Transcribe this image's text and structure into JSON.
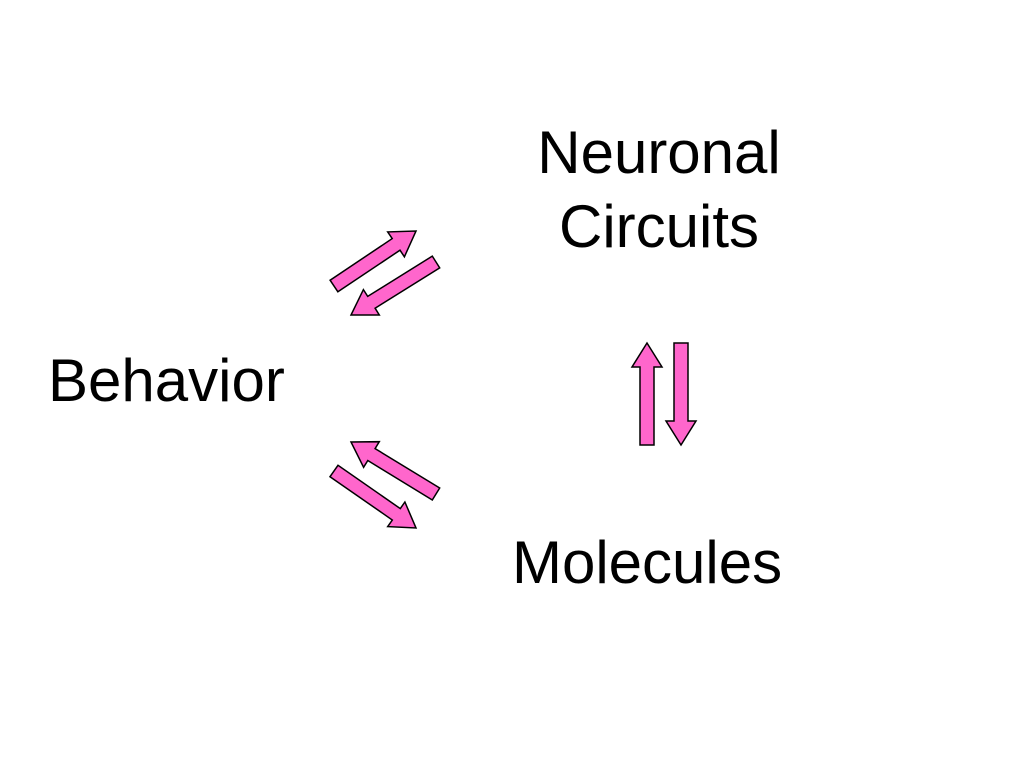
{
  "nodes": {
    "circuits": {
      "line1": "Neuronal",
      "line2": "Circuits"
    },
    "behavior": {
      "label": "Behavior"
    },
    "molecules": {
      "label": "Molecules"
    }
  },
  "colors": {
    "arrow_fill": "#ff66cc",
    "arrow_stroke": "#000000",
    "text": "#000000",
    "background": "#ffffff"
  },
  "edges": [
    {
      "from": "behavior",
      "to": "circuits"
    },
    {
      "from": "circuits",
      "to": "behavior"
    },
    {
      "from": "circuits",
      "to": "molecules"
    },
    {
      "from": "molecules",
      "to": "circuits"
    },
    {
      "from": "molecules",
      "to": "behavior"
    },
    {
      "from": "behavior",
      "to": "molecules"
    }
  ]
}
